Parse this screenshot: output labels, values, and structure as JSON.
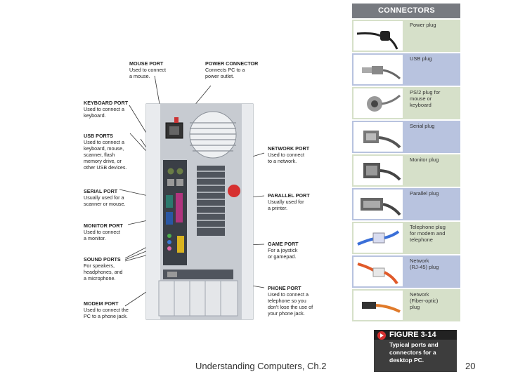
{
  "footer": {
    "text": "Understanding Computers, Ch.2",
    "page_number": "20"
  },
  "ports": [
    {
      "title": "MOUSE PORT",
      "desc": "Used to connect\na mouse."
    },
    {
      "title": "POWER CONNECTOR",
      "desc": "Connects PC to a\npower outlet."
    },
    {
      "title": "KEYBOARD PORT",
      "desc": "Used to connect a\nkeyboard."
    },
    {
      "title": "USB PORTS",
      "desc": "Used to connect a\nkeyboard, mouse,\nscanner, flash\nmemory drive, or\nother USB devices."
    },
    {
      "title": "SERIAL PORT",
      "desc": "Usually used for a\nscanner or mouse."
    },
    {
      "title": "MONITOR PORT",
      "desc": "Used to connect\na monitor."
    },
    {
      "title": "SOUND PORTS",
      "desc": "For speakers,\nheadphones, and\na microphone."
    },
    {
      "title": "MODEM PORT",
      "desc": "Used to connect the\nPC to a phone jack."
    },
    {
      "title": "NETWORK PORT",
      "desc": "Used to connect\nto a network."
    },
    {
      "title": "PARALLEL PORT",
      "desc": "Usually used for\na printer."
    },
    {
      "title": "GAME PORT",
      "desc": "For a joystick\nor gamepad."
    },
    {
      "title": "PHONE PORT",
      "desc": "Used to connect a\ntelephone so you\ndon't lose the use of\nyour phone jack."
    }
  ],
  "connectors": {
    "header": "CONNECTORS",
    "items": [
      {
        "label": "Power plug",
        "icon": "power-plug-icon"
      },
      {
        "label": "USB plug",
        "icon": "usb-plug-icon"
      },
      {
        "label": "PS/2 plug for\nmouse or\nkeyboard",
        "icon": "ps2-plug-icon"
      },
      {
        "label": "Serial plug",
        "icon": "serial-plug-icon"
      },
      {
        "label": "Monitor plug",
        "icon": "monitor-plug-icon"
      },
      {
        "label": "Parallel plug",
        "icon": "parallel-plug-icon"
      },
      {
        "label": "Telephone plug\nfor modem and\ntelephone",
        "icon": "telephone-plug-icon"
      },
      {
        "label": "Network\n(RJ-45) plug",
        "icon": "network-plug-icon"
      },
      {
        "label": "Network\n(Fiber-optic)\nplug",
        "icon": "fiber-optic-plug-icon"
      }
    ]
  },
  "figure": {
    "number": "FIGURE 3-14",
    "caption": "Typical ports and\nconnectors for a\ndesktop PC."
  },
  "colors": {
    "row_green": "#d6e0c9",
    "row_blue": "#b8c3df",
    "header_gray": "#777a80",
    "accent_red": "#d63030"
  }
}
